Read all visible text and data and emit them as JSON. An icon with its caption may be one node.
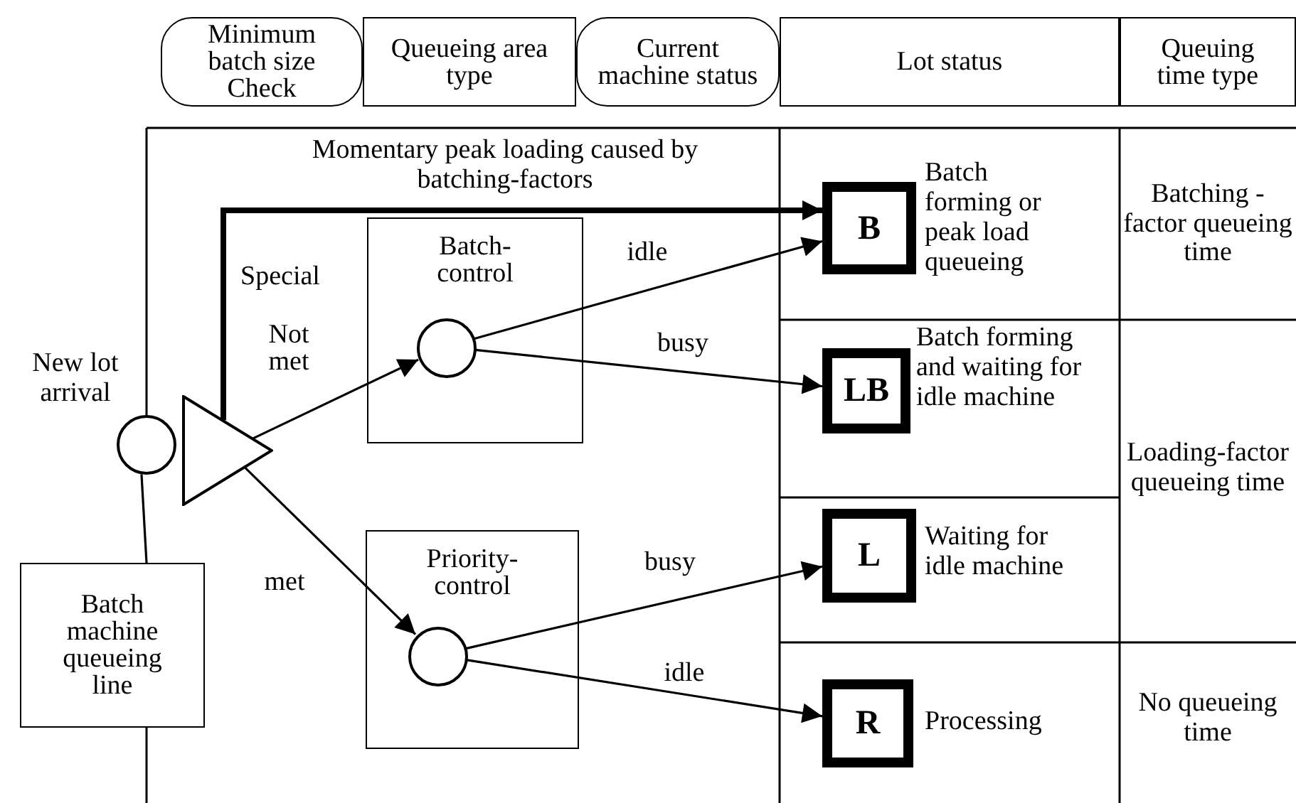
{
  "diagram": {
    "nodes": [
      {
        "text": [
          "Minimum batch size Check"
        ]
      },
      {
        "text": [
          "Queueing area type"
        ]
      },
      {
        "text": [
          "Current machine status"
        ]
      },
      {
        "text": [
          "Lot status"
        ]
      },
      {
        "text": [
          "Queuing time type"
        ]
      },
      {
        "text": [],
        "shape": "circle",
        "beside": [
          "New lot arrival"
        ]
      },
      {
        "text": [],
        "shape": "triangle"
      },
      {
        "text": [
          "Batch machine queueing line"
        ]
      },
      {
        "text": [
          "Batch-control"
        ]
      },
      {
        "text": [],
        "shape": "circle",
        "in": 8
      },
      {
        "text": [
          "Priority-control"
        ]
      },
      {
        "text": [],
        "shape": "circle",
        "in": 10
      },
      {
        "text": [
          "B"
        ],
        "beside": [
          "Batch forming or peak load queueing"
        ]
      },
      {
        "text": [
          "LB"
        ],
        "beside": [
          "Batch forming and waiting for idle machine"
        ]
      },
      {
        "text": [
          "L"
        ],
        "beside": [
          "Waiting for idle machine"
        ]
      },
      {
        "text": [
          "R"
        ],
        "beside": [
          "Processing"
        ]
      }
    ],
    "edges": [
      {
        "from": 5,
        "to": 7,
        "arrow": "none"
      },
      {
        "from": 6,
        "to": 12,
        "arrow": "to",
        "label": "Special",
        "style": "thick"
      },
      {
        "from": 6,
        "to": 9,
        "arrow": "to",
        "label": "Not met"
      },
      {
        "from": 6,
        "to": 11,
        "arrow": "to",
        "label": "met"
      },
      {
        "from": 9,
        "to": 12,
        "arrow": "to",
        "label": "idle"
      },
      {
        "from": 9,
        "to": 13,
        "arrow": "to",
        "label": "busy"
      },
      {
        "from": 11,
        "to": 14,
        "arrow": "to",
        "label": "busy"
      },
      {
        "from": 11,
        "to": 15,
        "arrow": "to",
        "label": "idle"
      }
    ],
    "labels": [
      "Momentary peak loading caused by batching-factors",
      "Batching - factor queueing time",
      "Loading-factor queueing time",
      "No queueing time"
    ]
  }
}
